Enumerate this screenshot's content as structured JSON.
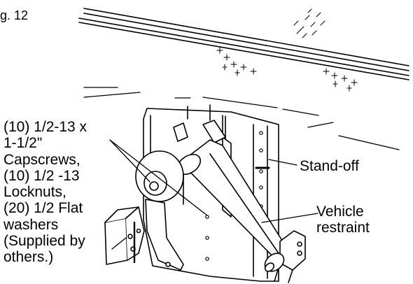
{
  "figure_label": "g. 12",
  "callouts": {
    "hardware": [
      "(10) 1/2-13 x",
      "1-1/2\"",
      "Capscrews,",
      "(10) 1/2 -13",
      "Locknuts,",
      "(20) 1/2 Flat",
      "washers",
      "(Supplied by",
      "others.)"
    ],
    "standoff": "Stand-off",
    "vehicle_restraint": [
      "Vehicle",
      "restraint"
    ]
  }
}
